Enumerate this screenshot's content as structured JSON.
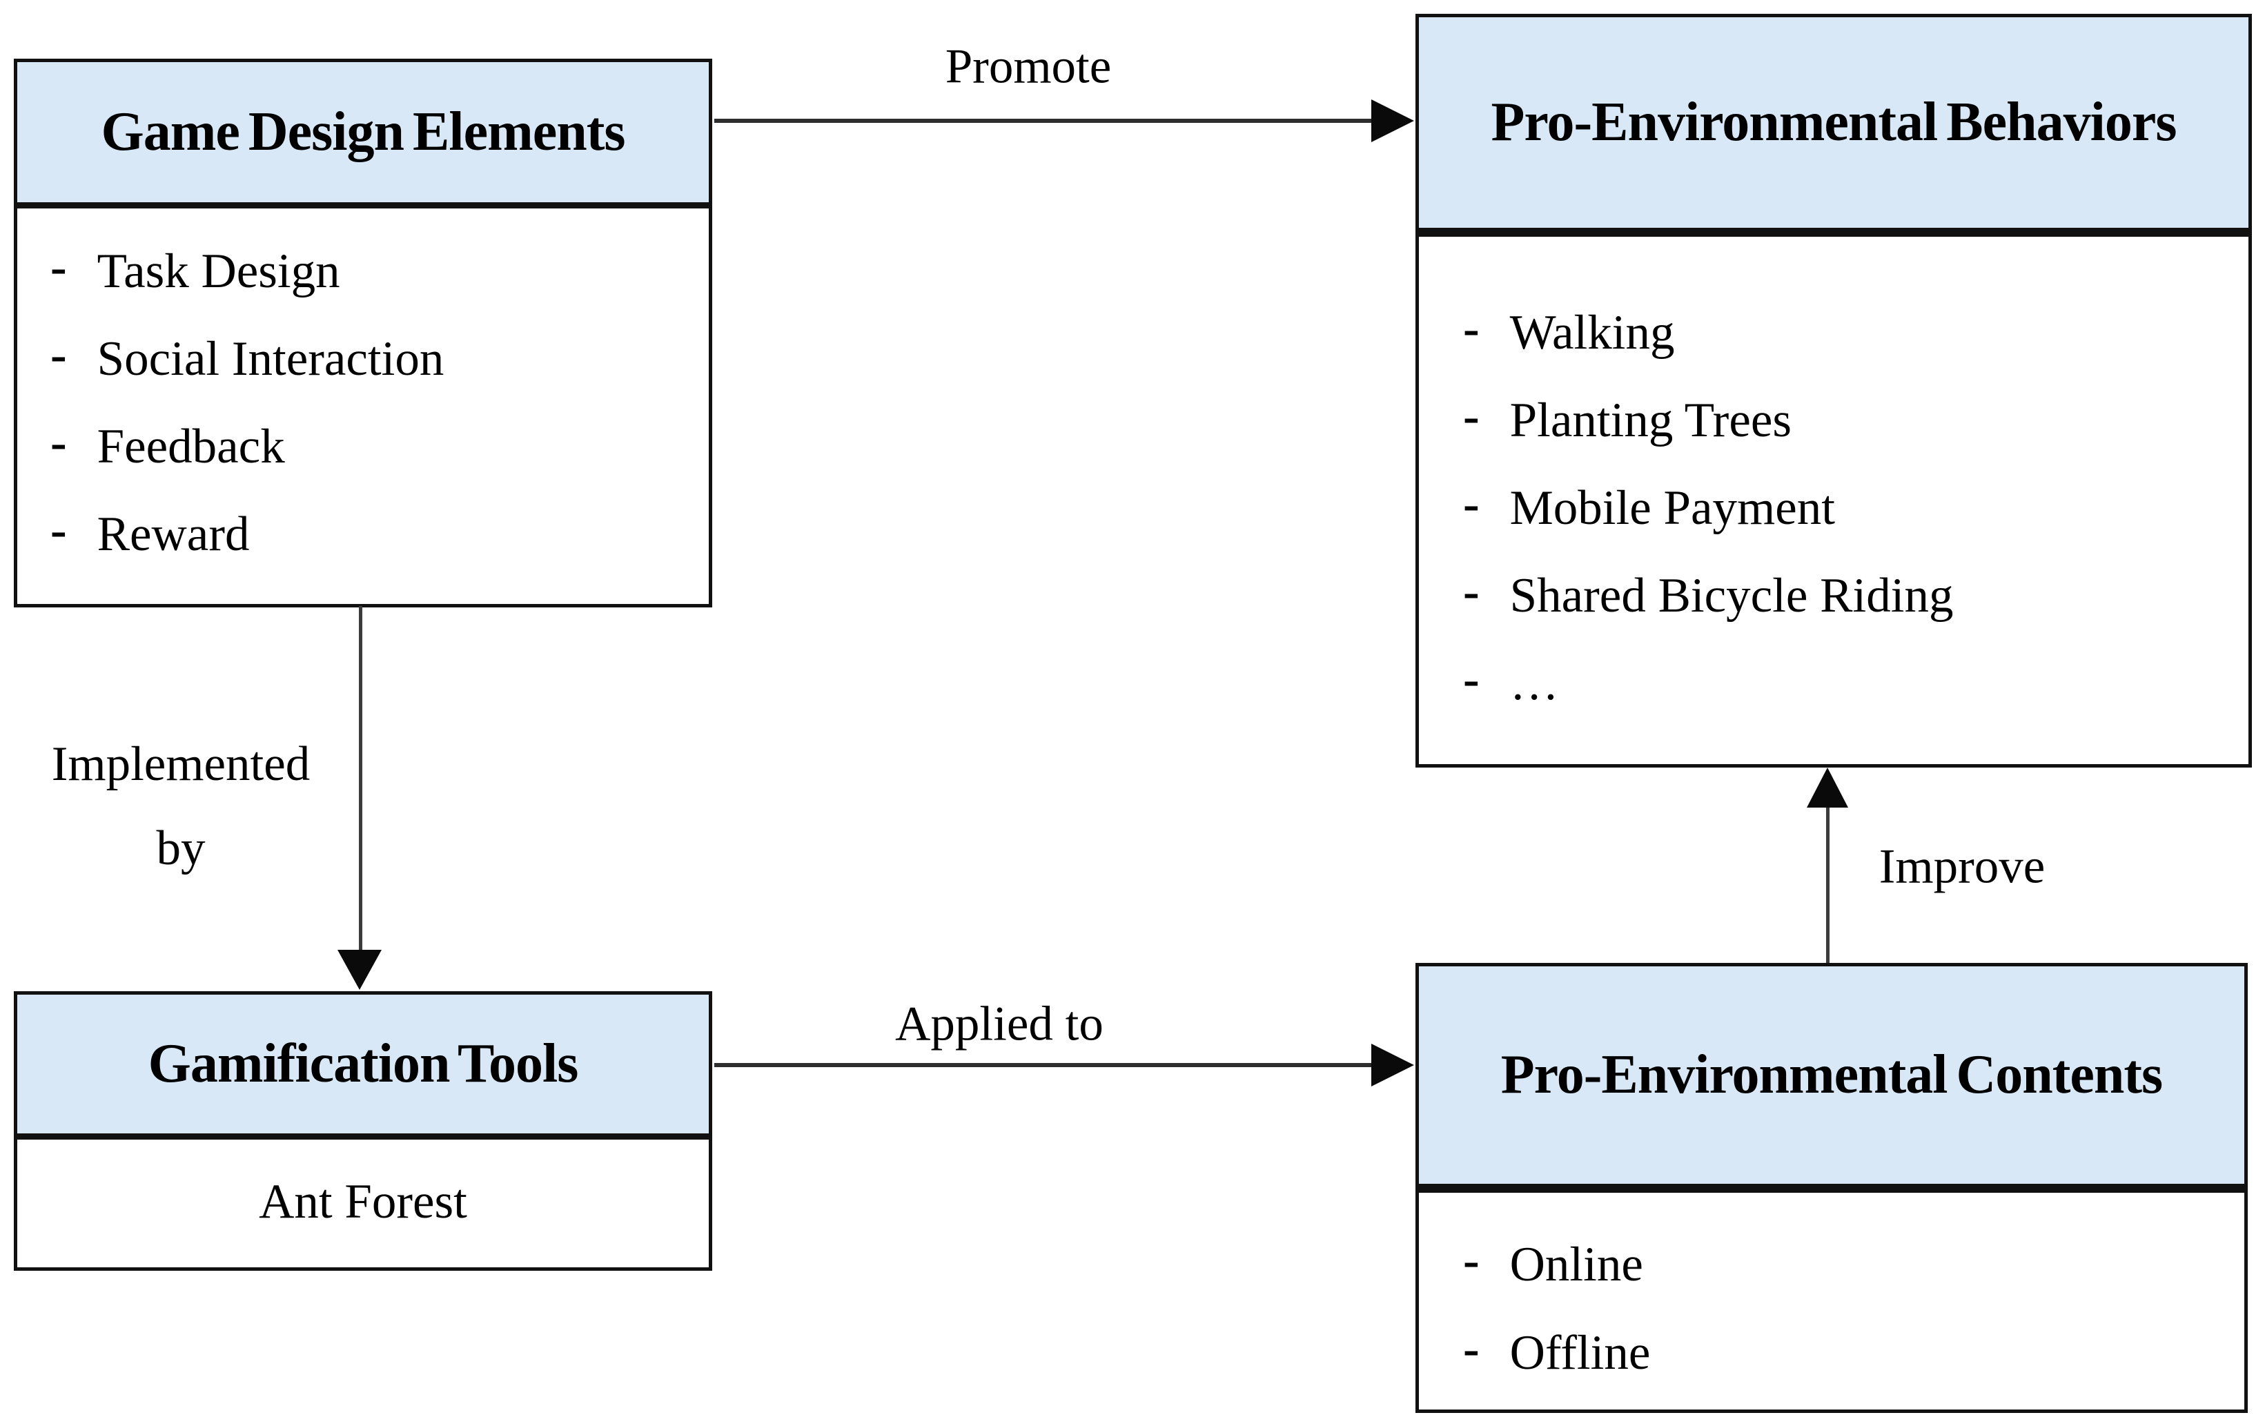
{
  "boxes": {
    "game_design_elements": {
      "title": "Game Design Elements",
      "items": [
        "Task Design",
        "Social Interaction",
        "Feedback",
        "Reward"
      ]
    },
    "pro_environmental_behaviors": {
      "title": "Pro-Environmental Behaviors",
      "items": [
        "Walking",
        "Planting Trees",
        "Mobile Payment",
        "Shared Bicycle Riding",
        "…"
      ]
    },
    "gamification_tools": {
      "title": "Gamification Tools",
      "body": "Ant Forest"
    },
    "pro_environmental_contents": {
      "title": "Pro-Environmental Contents",
      "items": [
        "Online",
        "Offline"
      ]
    }
  },
  "edges": {
    "promote": {
      "label": "Promote"
    },
    "implemented_by": {
      "label_line1": "Implemented",
      "label_line2": "by"
    },
    "applied_to": {
      "label": "Applied to"
    },
    "improve": {
      "label": "Improve"
    }
  },
  "bullet": "-",
  "colors": {
    "header_fill": "#d9e8f6",
    "border": "#111111",
    "arrow_line": "#2d2d2d",
    "arrow_head": "#0a0a0a",
    "background": "#ffffff",
    "text": "#000000"
  }
}
